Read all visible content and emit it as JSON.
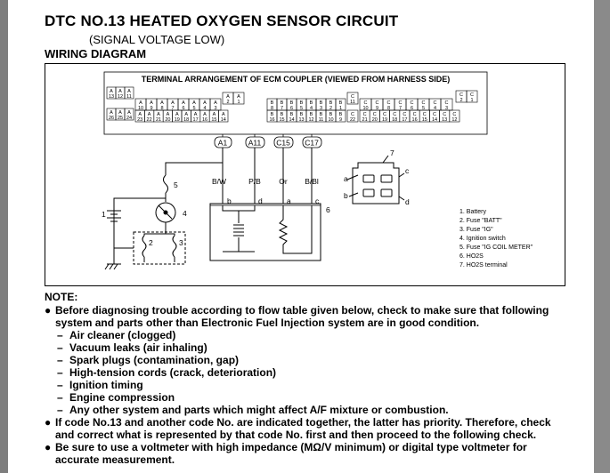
{
  "header": {
    "title": "DTC NO.13 HEATED OXYGEN SENSOR CIRCUIT",
    "subtitle": "(SIGNAL VOLTAGE LOW)",
    "section": "WIRING DIAGRAM"
  },
  "diagram": {
    "coupler_title": "TERMINAL ARRANGEMENT OF ECM COUPLER (VIEWED FROM HARNESS SIDE)",
    "group_a": {
      "top": [
        "13",
        "12",
        "11"
      ],
      "bottom": [
        "26",
        "25",
        "24"
      ],
      "inner_top": [
        "10",
        "9",
        "8",
        "7",
        "6",
        "5",
        "4",
        "3"
      ],
      "inner_bottom": [
        "23",
        "22",
        "21",
        "20",
        "19",
        "18",
        "17",
        "16",
        "15",
        "14"
      ],
      "extra_top": [
        "2",
        "1"
      ]
    },
    "group_b": {
      "top": [
        "8",
        "7",
        "6",
        "5",
        "4",
        "3",
        "2",
        "1"
      ],
      "bottom": [
        "16",
        "15",
        "14",
        "13",
        "12",
        "11",
        "10",
        "9"
      ],
      "tab_top": "11",
      "tab_bottom": "22"
    },
    "group_c": {
      "top": [
        "10",
        "9",
        "8",
        "7",
        "6",
        "5",
        "4",
        "3"
      ],
      "bottom": [
        "21",
        "20",
        "19",
        "18",
        "17",
        "16",
        "15",
        "14",
        "13",
        "12"
      ],
      "extra_top": [
        "2",
        "1"
      ]
    },
    "terminals": [
      "A1",
      "A11",
      "C15",
      "C17"
    ],
    "wire_colors": [
      "B/W",
      "P/B",
      "Or",
      "B/Bl"
    ],
    "pin_letters": [
      "b",
      "d",
      "a",
      "c"
    ],
    "connector_letters": [
      "a",
      "b",
      "c",
      "d"
    ],
    "component_numbers": [
      "1",
      "2",
      "3",
      "4",
      "5",
      "6",
      "7"
    ],
    "legend": [
      "1.  Battery",
      "2.  Fuse \"BATT\"",
      "3.  Fuse \"IG\"",
      "4.  Ignition switch",
      "5.  Fuse \"IG COIL METER\"",
      "6.  HO2S",
      "7.  HO2S terminal"
    ]
  },
  "notes": {
    "heading": "NOTE:",
    "bullet_marker": "●",
    "dash_marker": "–",
    "intro": "Before diagnosing trouble according to flow table given below, check to make sure that following system and parts other than Electronic Fuel Injection system are in good condition.",
    "checks": [
      "Air cleaner (clogged)",
      "Vacuum leaks (air inhaling)",
      "Spark plugs (contamination, gap)",
      "High-tension cords (crack, deterioration)",
      "Ignition timing",
      "Engine compression",
      "Any other system and parts which might affect A/F mixture or combustion."
    ],
    "priority": "If code No.13 and another code No. are indicated together, the latter has priority. Therefore, check and correct what is represented by that code No. first and then proceed to the following check.",
    "voltmeter": "Be sure to use a voltmeter with high impedance (MΩ/V minimum) or digital type voltmeter for accurate measurement."
  }
}
